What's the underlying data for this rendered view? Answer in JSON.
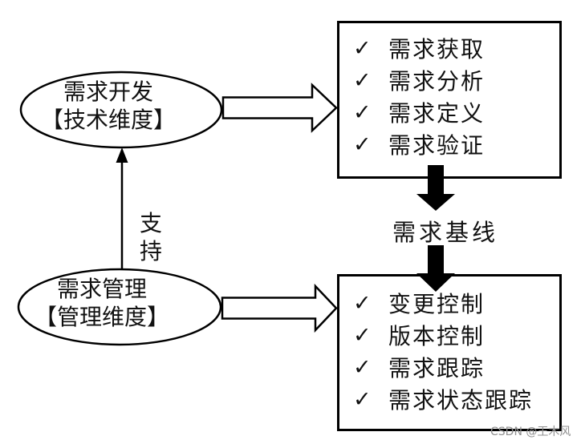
{
  "ellipses": {
    "development": {
      "line1": "需求开发",
      "line2": "【技术维度】"
    },
    "management": {
      "line1": "需求管理",
      "line2": "【管理维度】"
    }
  },
  "boxes": {
    "development_activities": {
      "items": [
        "需求获取",
        "需求分析",
        "需求定义",
        "需求验证"
      ]
    },
    "management_activities": {
      "items": [
        "变更控制",
        "版本控制",
        "需求跟踪",
        "需求状态跟踪"
      ]
    }
  },
  "labels": {
    "support": "支持",
    "baseline": "需求基线"
  },
  "icons": {
    "checkmark": "✓"
  },
  "watermark": "CSDN @王木风",
  "colors": {
    "stroke": "#000000",
    "background": "#ffffff",
    "watermark": "#8f8f8f"
  }
}
